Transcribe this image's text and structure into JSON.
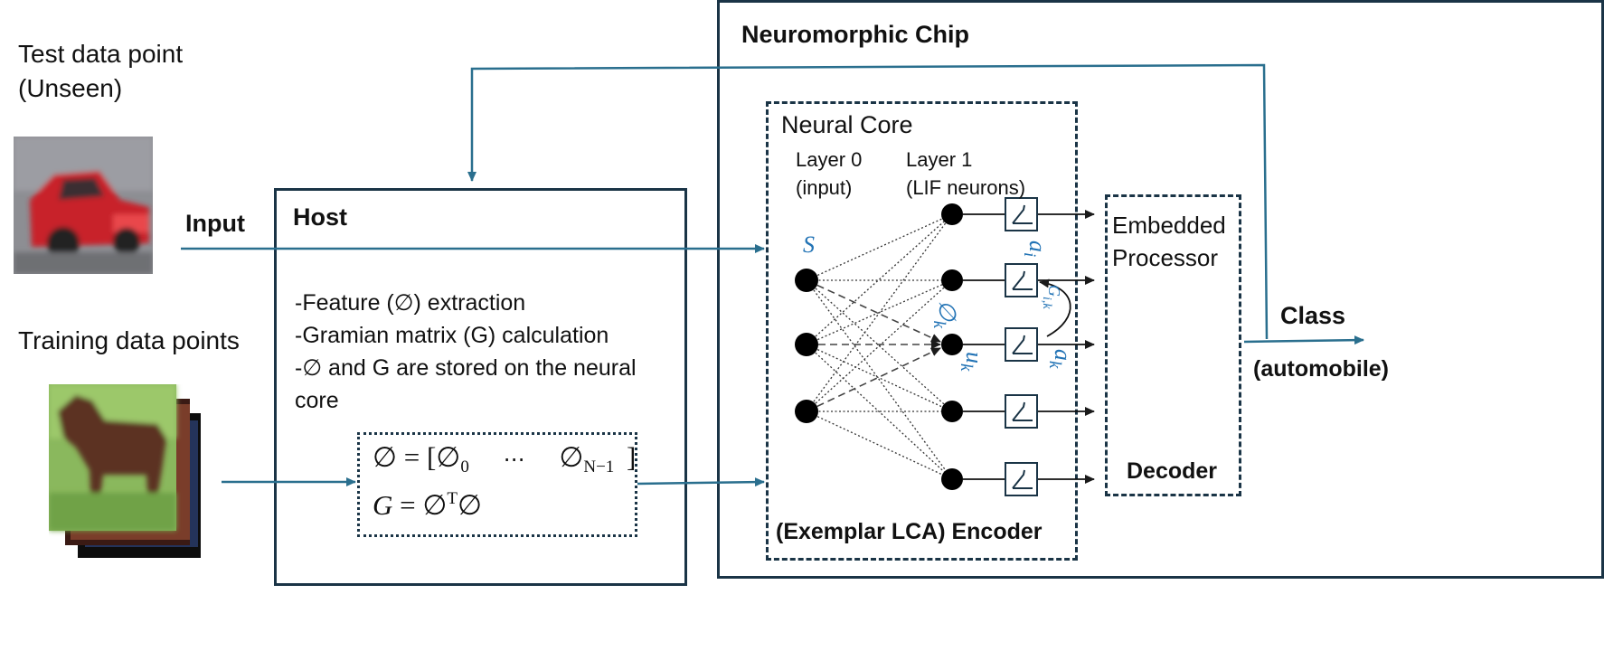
{
  "test_label_1": "Test data point",
  "test_label_2": "(Unseen)",
  "training_label": "Training data points",
  "input_label": "Input",
  "chip_title": "Neuromorphic Chip",
  "host": {
    "title": "Host",
    "lines": [
      "-Feature (∅) extraction",
      "-Gramian matrix (G) calculation",
      "-∅ and G are stored on the neural",
      "core"
    ]
  },
  "equations": {
    "phi_lhs": "∅ = [∅",
    "phi_sub0": "0",
    "phi_dots": "⋯",
    "phi_last": "∅",
    "phi_subN": "N−1",
    "phi_close": "]",
    "g_lhs": "G",
    "g_eq": "= ∅",
    "g_sup": "T",
    "g_end": "∅"
  },
  "core": {
    "title": "Neural Core",
    "layer0_1": "Layer 0",
    "layer0_2": "(input)",
    "layer1_1": "Layer 1",
    "layer1_2": "(LIF  neurons)",
    "encoder": "(Exemplar LCA) Encoder"
  },
  "math_labels": {
    "s": "S",
    "a_i": "a",
    "a_i_sub": "i",
    "g_ik": "G",
    "g_ik_sub": "i,k",
    "phi_k": "∅",
    "phi_k_sub": "k",
    "u_k": "u",
    "u_k_sub": "k",
    "a_k": "a",
    "a_k_sub": "k"
  },
  "decoder": {
    "line1": "Embedded",
    "line2": "Processor",
    "title": "Decoder"
  },
  "class_label": "Class",
  "class_value": "(automobile)",
  "colors": {
    "arrow": "#2a6f8e",
    "border": "#1a3446",
    "math": "#2273b5"
  },
  "icons": [
    "car-image",
    "horse-image",
    "activation-function-icon"
  ]
}
